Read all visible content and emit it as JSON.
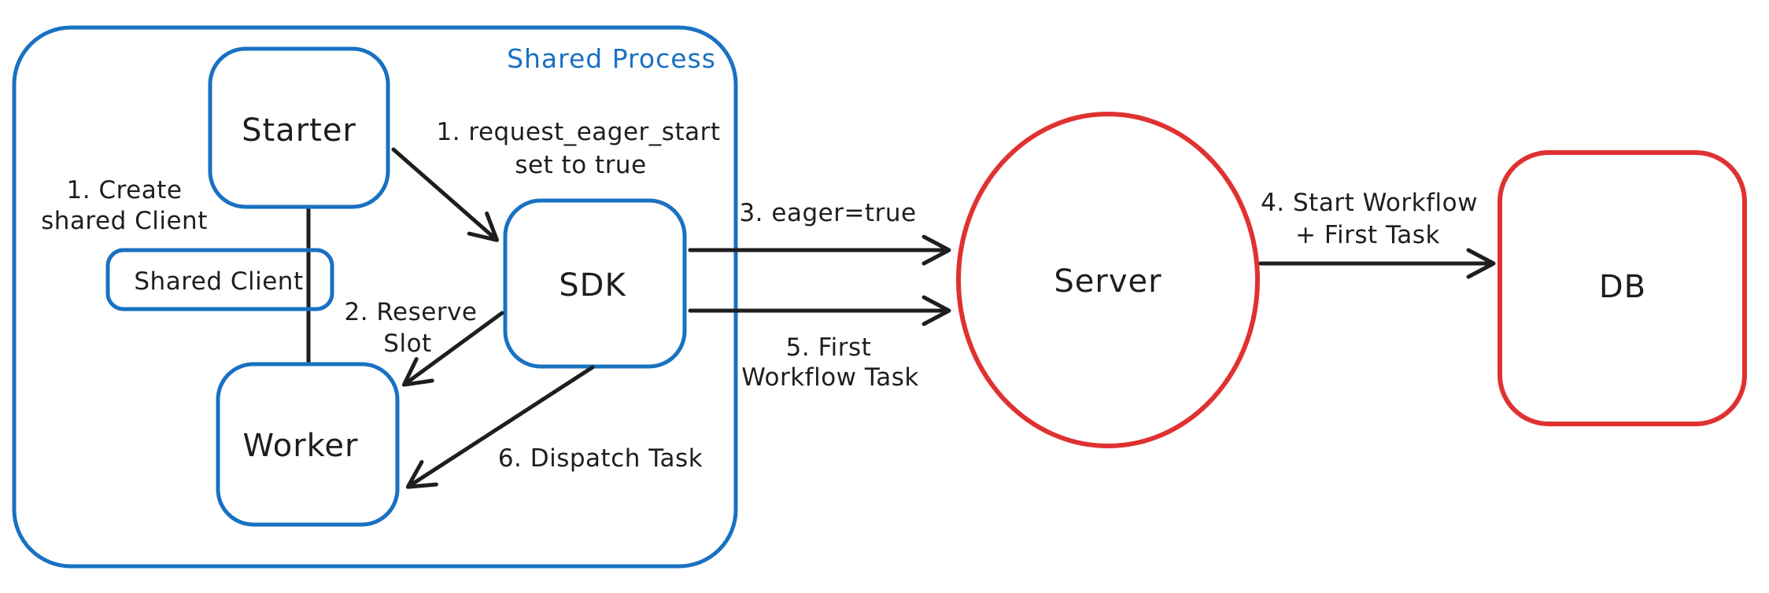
{
  "diagram": {
    "background": "#ffffff",
    "palette": {
      "blue_stroke": "#1971c2",
      "blue_fill": "#a5d8ff",
      "red_stroke": "#e03131",
      "red_fill": "#ffc9c9",
      "text": "#1e1e1e",
      "arrow": "#1e1e1e"
    },
    "container": {
      "title": "Shared Process"
    },
    "nodes": {
      "starter": {
        "label": "Starter"
      },
      "shared_client": {
        "label": "Shared Client"
      },
      "worker": {
        "label": "Worker"
      },
      "sdk": {
        "label": "SDK"
      },
      "server": {
        "label": "Server"
      },
      "db": {
        "label": "DB"
      }
    },
    "annotations": {
      "create_shared_client": {
        "line1": "1. Create",
        "line2": "shared Client"
      },
      "request_eager_start": {
        "line1": "1. request_eager_start",
        "line2": "set to true"
      },
      "reserve_slot": {
        "line1": "2. Reserve",
        "line2": "Slot"
      },
      "eager_true": {
        "text": "3. eager=true"
      },
      "start_workflow_first_task": {
        "line1": "4. Start Workflow",
        "line2": "+ First Task"
      },
      "first_workflow_task": {
        "line1": "5. First",
        "line2": "Workflow Task"
      },
      "dispatch_task": {
        "text": "6. Dispatch Task"
      }
    }
  }
}
